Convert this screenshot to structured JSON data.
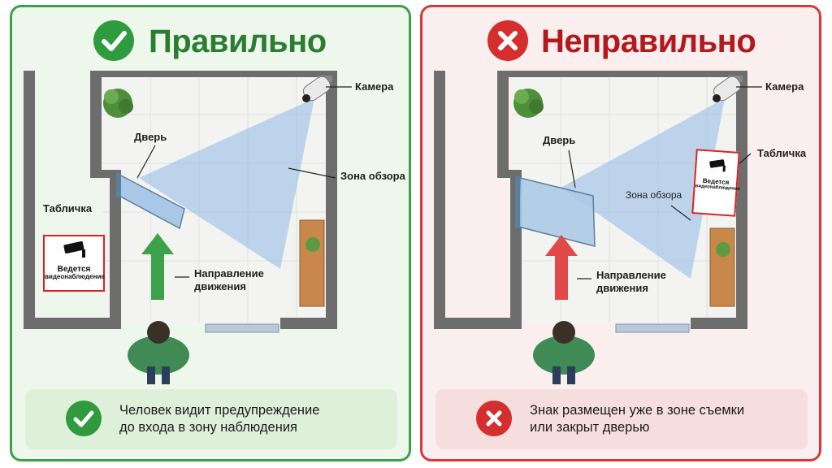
{
  "good": {
    "title": "Правильно",
    "labels": {
      "camera": "Камера",
      "door": "Дверь",
      "zone": "Зона обзора",
      "sign": "Табличка",
      "direction_line1": "Направление",
      "direction_line2": "движения"
    },
    "sign_text_line1": "Ведется",
    "sign_text_line2": "видеонаблюдение",
    "footer_line1": "Человек видит предупреждение",
    "footer_line2": "до входа в зону наблюдения",
    "accent": "#2f9a3e",
    "arrow_color": "#3ca24a"
  },
  "bad": {
    "title": "Неправильно",
    "labels": {
      "camera": "Камера",
      "door": "Дверь",
      "zone": "Зона обзора",
      "sign": "Табличка",
      "direction_line1": "Направление",
      "direction_line2": "движения"
    },
    "sign_text_line1": "Ведется",
    "sign_text_line2": "видеонаблюдение",
    "footer_line1": "Знак размещен уже в зоне съемки",
    "footer_line2": "или закрыт дверью",
    "accent": "#d42e2e",
    "arrow_color": "#e24a4a"
  }
}
